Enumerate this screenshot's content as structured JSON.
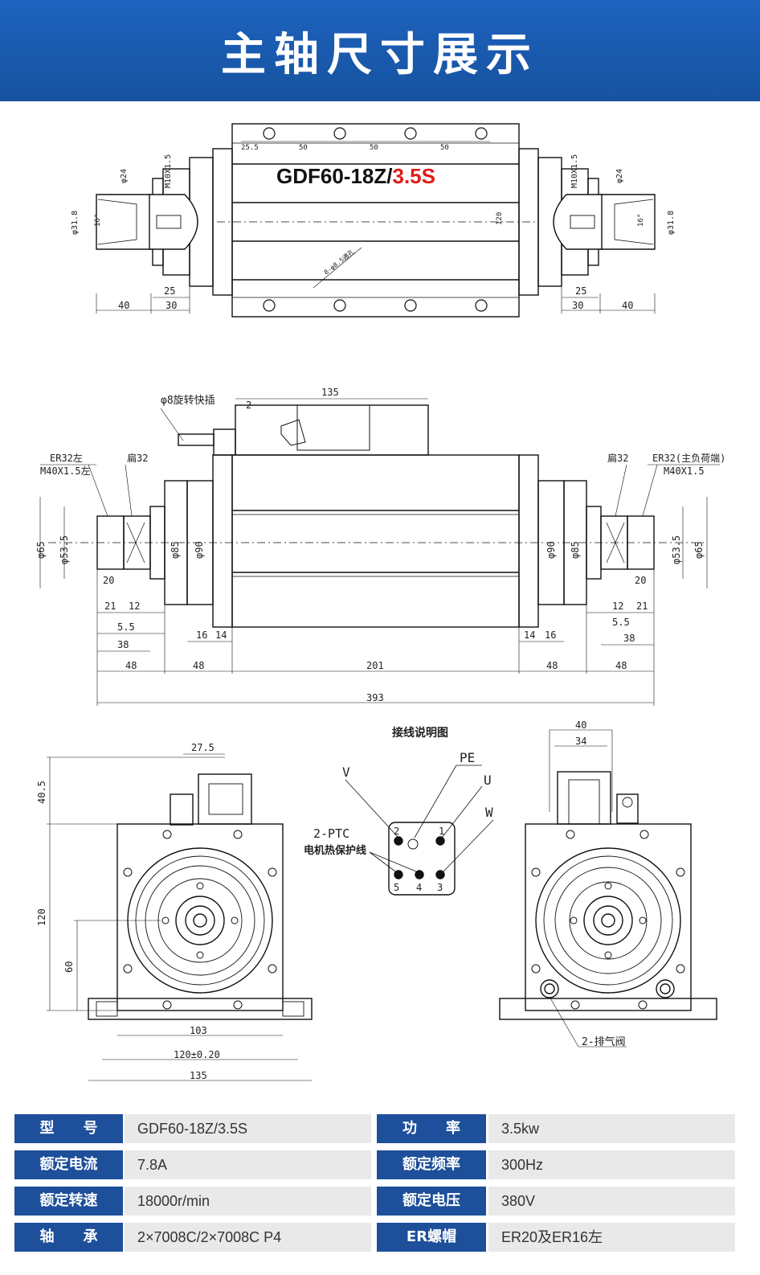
{
  "header": {
    "title": "主轴尺寸展示"
  },
  "drawing": {
    "model_label": "GDF60-18Z/",
    "model_label_accent": "3.5S",
    "accent_color": "#e21b1b",
    "top_view": {
      "top_dims": [
        "25.5",
        "50",
        "50",
        "50"
      ],
      "thread": "M10X1.5",
      "dia_24": "φ24",
      "dia_318": "φ31.8",
      "angle": "16°",
      "height": "120",
      "holes": "8-φ8.5通孔",
      "dim_25": "25",
      "dim_40": "40",
      "dim_30": "30"
    },
    "side_view": {
      "plug": "φ8旋转快插",
      "dim_135": "135",
      "dim_2": "2",
      "left_er": "ER32左",
      "left_thread": "M40X1.5左",
      "left_flat": "扁32",
      "right_flat": "扁32",
      "right_er": "ER32(主负荷端)",
      "right_thread": "M40X1.5",
      "d65": "φ65",
      "d535": "φ53.5",
      "d85": "φ85",
      "d90": "φ90",
      "d20": "20",
      "d21": "21",
      "d12": "12",
      "d55": "5.5",
      "d38": "38",
      "d16": "16",
      "d14": "14",
      "d48": "48",
      "d201": "201",
      "d393": "393"
    },
    "end_view": {
      "d275": "27.5",
      "d405": "40.5",
      "d120": "120",
      "d60": "60",
      "d103": "103",
      "d120tol": "120±0.20",
      "d135": "135"
    },
    "wiring": {
      "title": "接线说明图",
      "pe": "PE",
      "v": "V",
      "u": "U",
      "w": "W",
      "ptc": "2-PTC",
      "ptc_desc": "电机热保护线",
      "pins": [
        "2",
        "1",
        "5",
        "4",
        "3"
      ]
    },
    "rear_view": {
      "d40": "40",
      "d34": "34",
      "valve": "2-排气阀"
    }
  },
  "specs": [
    {
      "label": "型　　号",
      "value": "GDF60-18Z/3.5S"
    },
    {
      "label": "功　　率",
      "value": "3.5kw"
    },
    {
      "label": "额定电流",
      "value": "7.8A"
    },
    {
      "label": "额定频率",
      "value": "300Hz"
    },
    {
      "label": "额定转速",
      "value": "18000r/min"
    },
    {
      "label": "额定电压",
      "value": "380V"
    },
    {
      "label": "轴　　承",
      "value": "2×7008C/2×7008C P4"
    },
    {
      "label": "ER螺帽",
      "value": "ER20及ER16左"
    }
  ]
}
